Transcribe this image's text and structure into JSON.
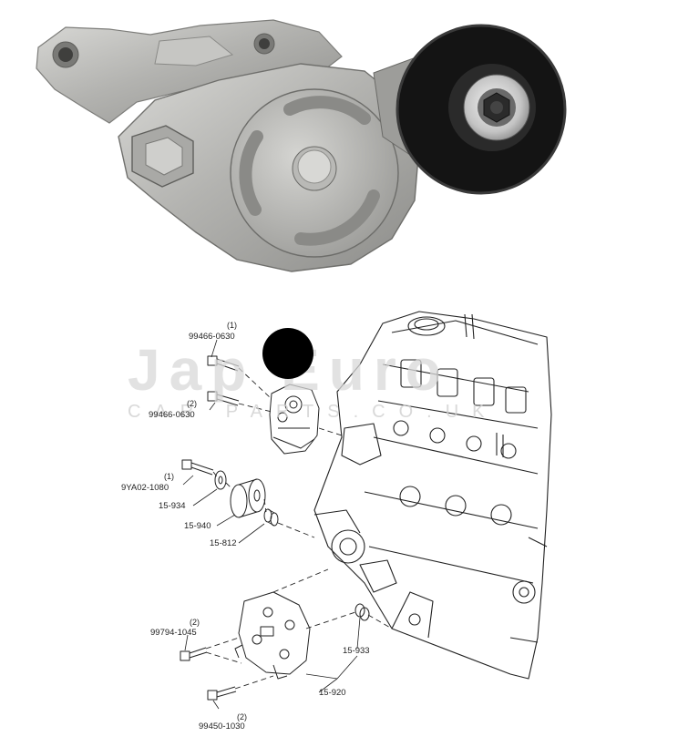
{
  "watermark": {
    "title": "Jap Euro",
    "subtitle": "CAR PARTS.CO.UK"
  },
  "callouts": [
    {
      "part": "99466-0630",
      "qty": "(1)"
    },
    {
      "part": "99466-0630",
      "qty": "(2)"
    },
    {
      "part": "9YA02-1080",
      "qty": "(1)"
    },
    {
      "part": "15-934"
    },
    {
      "part": "15-940"
    },
    {
      "part": "15-812"
    },
    {
      "part": "99794-1045",
      "qty": "(2)"
    },
    {
      "part": "15-933"
    },
    {
      "part": "15-920"
    },
    {
      "part": "99450-1030",
      "qty": "(2)"
    }
  ],
  "icons": {
    "photo": "belt-tensioner-photo-icon",
    "engine": "engine-block-icon",
    "badge": "black-circle-badge-icon"
  }
}
